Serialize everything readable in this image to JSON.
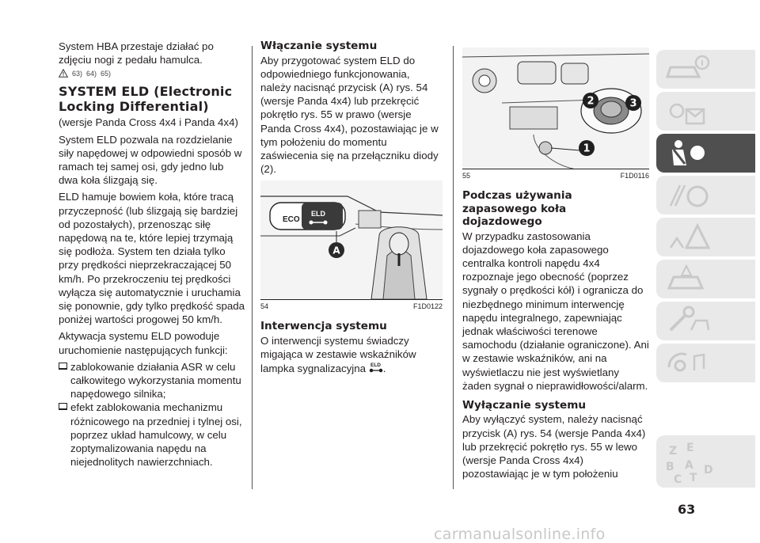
{
  "col1": {
    "intro": "System HBA przestaje działać po zdjęciu nogi z pedału hamulca.",
    "refs": [
      "63)",
      "64)",
      "65)"
    ],
    "section_title": "SYSTEM ELD (Electronic Locking Differential)",
    "version_note": "(wersje Panda Cross 4x4 i Panda 4x4)",
    "p1": "System ELD pozwala na rozdzielanie siły napędowej w odpowiedni sposób w ramach tej samej osi, gdy jedno lub dwa koła ślizgają się.",
    "p2": "ELD hamuje bowiem koła, które tracą przyczepność (lub ślizgają się bardziej od pozostałych), przenosząc siłę napędową na te, które lepiej trzymają się podłoża. System ten działa tylko przy prędkości nieprzekraczającej 50 km/h. Po przekroczeniu tej prędkości wyłącza się automatycznie i uruchamia się ponownie, gdy tylko prędkość spada poniżej wartości progowej 50 km/h.",
    "p3": "Aktywacja systemu ELD powoduje uruchomienie następujących funkcji:",
    "bullet1": "zablokowanie działania ASR w celu całkowitego wykorzystania momentu napędowego silnika;",
    "bullet2": "efekt zablokowania mechanizmu różnicowego na przedniej i tylnej osi, poprzez układ hamulcowy, w celu zoptymalizowania napędu na niejednolitych nawierzchniach."
  },
  "col2": {
    "h1": "Włączanie systemu",
    "p1": "Aby przygotować system ELD do odpowiedniego funkcjonowania, należy nacisnąć przycisk (A) rys. 54 (wersje Panda 4x4) lub przekręcić pokrętło rys. 55 w prawo (wersje Panda Cross 4x4), pozostawiając je w tym położeniu do momentu zaświecenia się na przełączniku diody (2).",
    "fig": {
      "num": "54",
      "code": "F1D0122",
      "eco": "ECO",
      "eld": "ELD",
      "marker": "A"
    },
    "h2": "Interwencja systemu",
    "p2": "O interwencji systemu świadczy migająca w zestawie wskaźników lampka sygnalizacyjna",
    "p2_end": ".",
    "lamp_label": "ELD"
  },
  "col3": {
    "fig": {
      "num": "55",
      "code": "F1D0116",
      "markers": [
        "1",
        "2",
        "3"
      ]
    },
    "h1": "Podczas używania zapasowego koła dojazdowego",
    "p1": "W przypadku zastosowania dojazdowego koła zapasowego centralka kontroli napędu 4x4 rozpoznaje jego obecność (poprzez sygnały o prędkości kół) i ogranicza do niezbędnego minimum interwencję napędu integralnego, zapewniając jednak właściwości terenowe samochodu (działanie ograniczone). Ani w zestawie wskaźników, ani na wyświetlaczu nie jest wyświetlany żaden sygnał o nieprawidłowości/alarm.",
    "h2": "Wyłączanie systemu",
    "p2": "Aby wyłączyć system, należy nacisnąć przycisk (A) rys. 54 (wersje Panda 4x4) lub przekręcić pokrętło rys. 55 w lewo (wersje Panda Cross 4x4) pozostawiając je w tym położeniu"
  },
  "page_number": "63",
  "watermark": "carmanualsonline.info",
  "tabs": [
    {
      "icon": "car-info-icon",
      "active": false
    },
    {
      "icon": "dashboard-lights-icon",
      "active": false
    },
    {
      "icon": "seatbelt-airbag-icon",
      "active": true
    },
    {
      "icon": "steering-wheel-icon",
      "active": false
    },
    {
      "icon": "warning-triangle-icon",
      "active": false
    },
    {
      "icon": "car-emergency-icon",
      "active": false
    },
    {
      "icon": "wrench-car-icon",
      "active": false
    },
    {
      "icon": "satellite-music-icon",
      "active": false
    },
    {
      "icon": "alphabet-index-icon",
      "active": false
    }
  ],
  "colors": {
    "text": "#231f20",
    "tab_active": "#4f4f4f",
    "tab_inactive": "#e9e9e9",
    "watermark": "#c8c8c8"
  }
}
